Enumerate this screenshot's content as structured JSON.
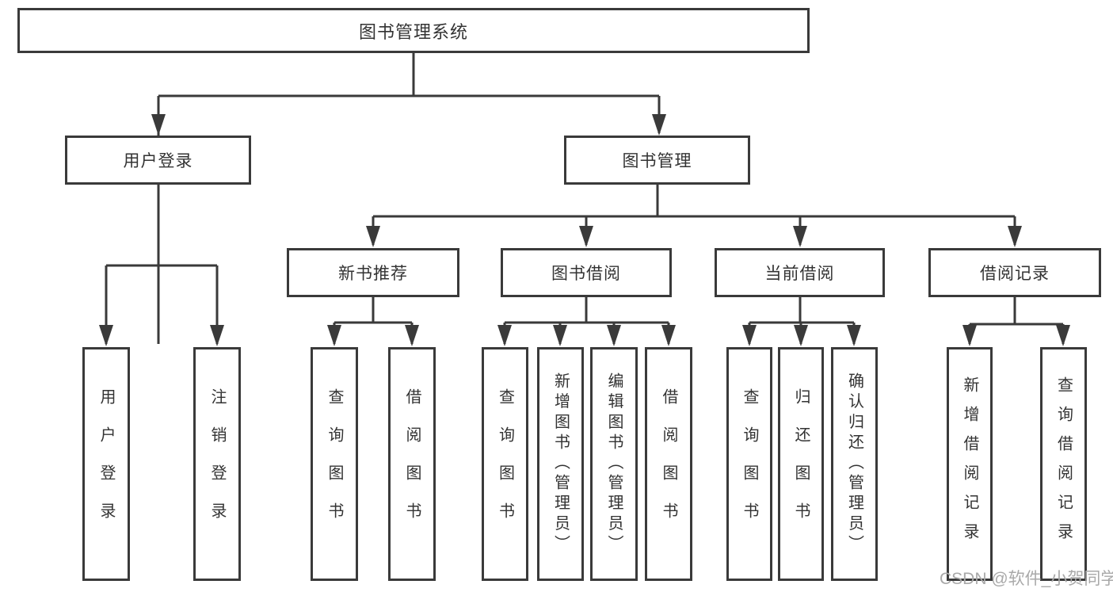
{
  "tree": {
    "root": "图书管理系统",
    "branches": [
      {
        "label": "用户登录",
        "children": [
          "用户登录",
          "注销登录"
        ]
      },
      {
        "label": "图书管理",
        "groups": [
          {
            "label": "新书推荐",
            "children": [
              "查询图书",
              "借阅图书"
            ]
          },
          {
            "label": "图书借阅",
            "children": [
              "查询图书",
              "新增图书（管理员）",
              "编辑图书（管理员）",
              "借阅图书"
            ]
          },
          {
            "label": "当前借阅",
            "children": [
              "查询图书",
              "归还图书",
              "确认归还（管理员）"
            ]
          },
          {
            "label": "借阅记录",
            "children": [
              "新增借阅记录",
              "查询借阅记录"
            ]
          }
        ]
      }
    ]
  },
  "watermark": {
    "text": "CSDN @软件_小贺同学"
  },
  "colors": {
    "line": "#3a3a3a",
    "text": "#333333",
    "box_background": "#ffffff",
    "watermark": "#a9a9a9",
    "page_background": "#ffffff"
  }
}
